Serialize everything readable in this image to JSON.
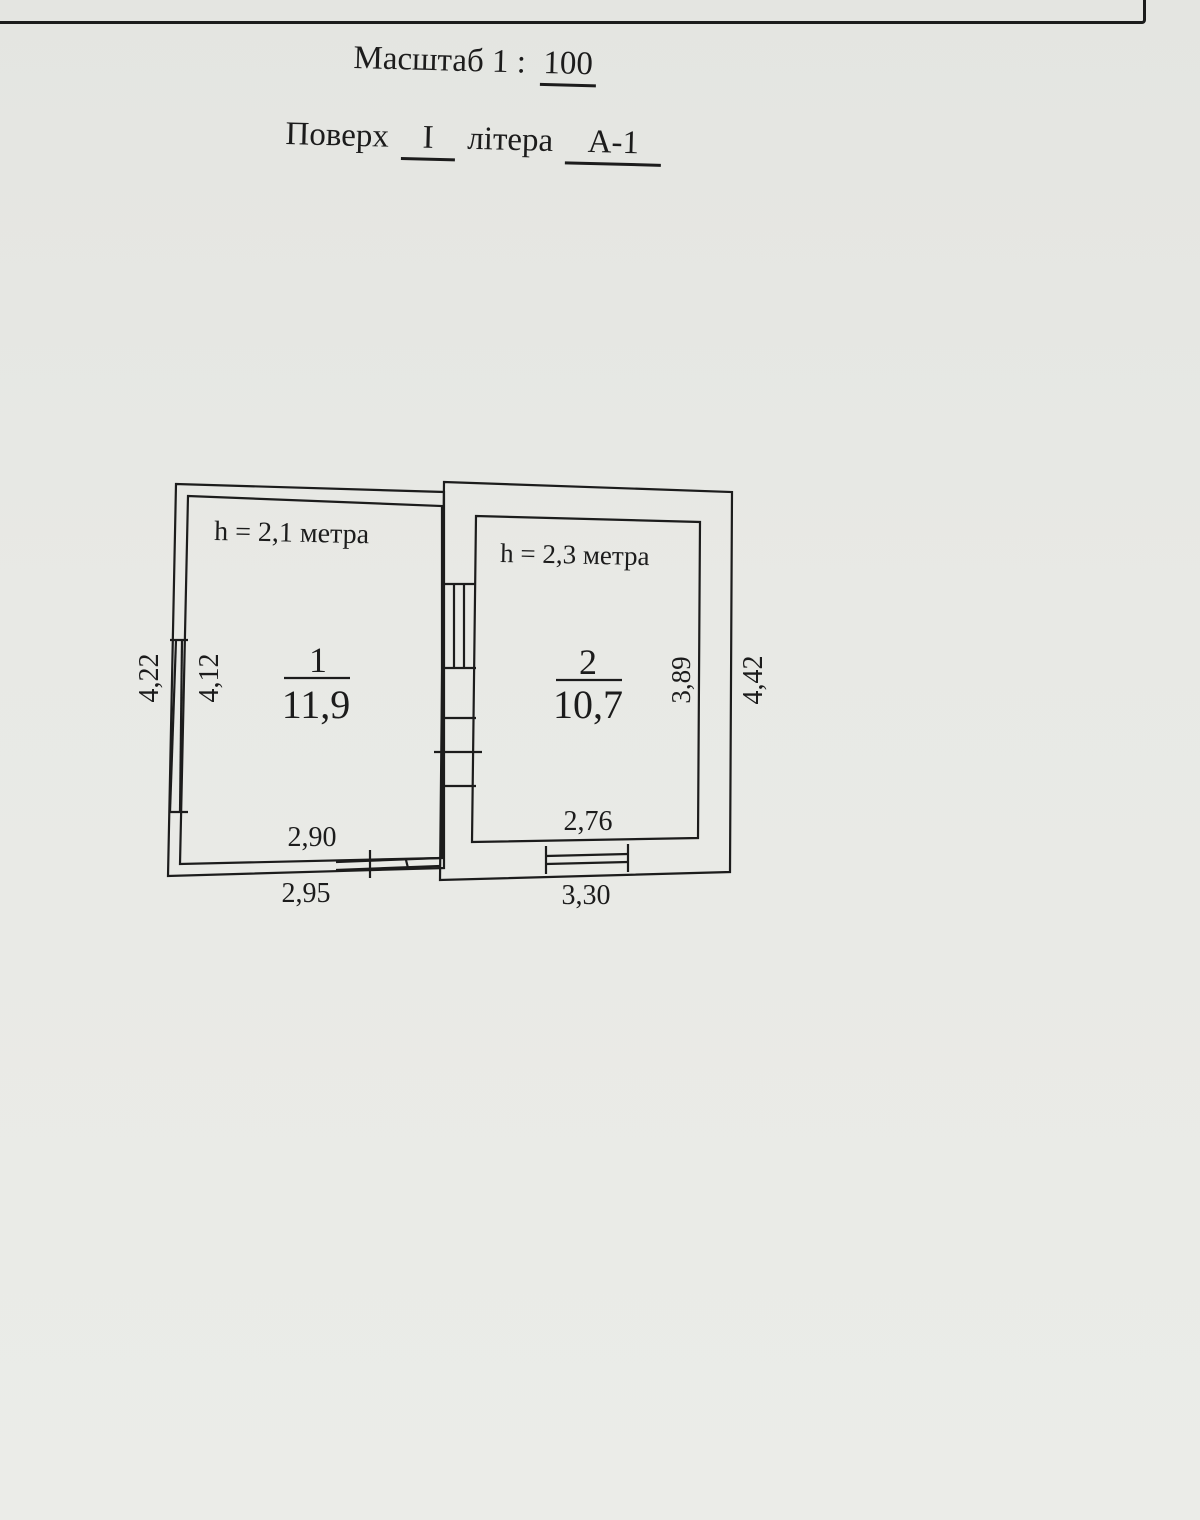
{
  "header": {
    "scale_label": "Масштаб 1 :",
    "scale_value": "100",
    "floor_label": "Поверх",
    "floor_value": "I",
    "letter_label": "літера",
    "letter_value": "А-1"
  },
  "rooms": [
    {
      "height_note": "h = 2,1 метра",
      "number": "1",
      "area": "11,9",
      "inner_height_dim": "4,12",
      "outer_height_dim": "4,22",
      "inner_width_dim": "2,90",
      "outer_width_dim": "2,95"
    },
    {
      "height_note": "h = 2,3 метра",
      "number": "2",
      "area": "10,7",
      "inner_height_dim": "3,89",
      "outer_height_dim": "4,42",
      "inner_width_dim": "2,76",
      "outer_width_dim": "3,30"
    }
  ]
}
